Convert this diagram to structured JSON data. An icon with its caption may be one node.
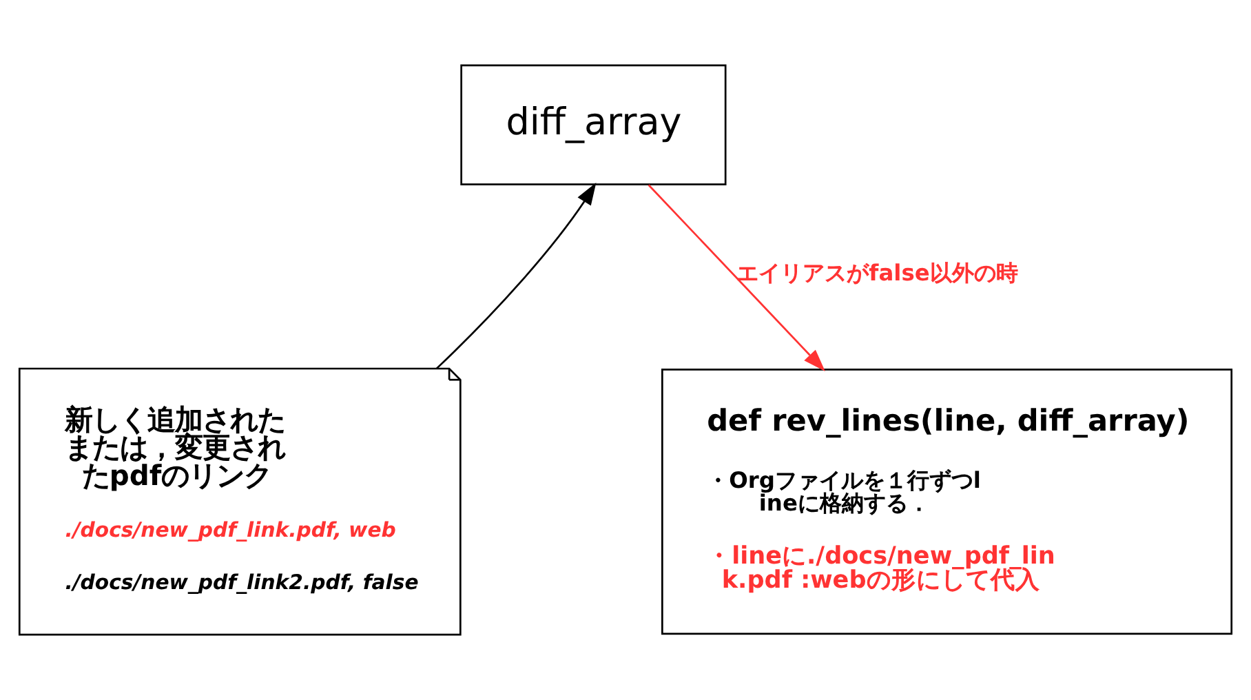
{
  "diagram": {
    "nodes": [
      {
        "text": [
          "diff_array"
        ]
      },
      {
        "text": [
          "新しく追加されたまたは，変更されたpdfのリンク",
          "./docs/new_pdf_link.pdf, web",
          "./docs/new_pdf_link2.pdf, false"
        ]
      },
      {
        "text": [
          "def rev_lines(line, diff_array)",
          "・Orgファイルを１行ずつlineに格納する．",
          "・lineに./docs/new_pdf_link.pdf :webの形にして代入"
        ]
      }
    ],
    "edges": [
      {
        "from": 1,
        "to": 0,
        "arrow": "to"
      },
      {
        "from": 0,
        "to": 2,
        "arrow": "to",
        "label": "エイリアスがfalse以外の時",
        "color": "#ff3333"
      }
    ]
  }
}
